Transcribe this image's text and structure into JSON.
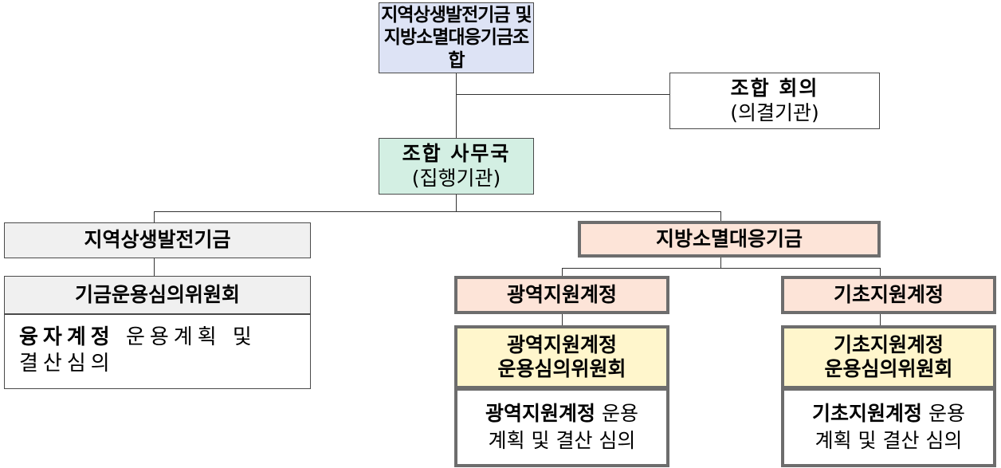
{
  "top": {
    "line1": "지역상생발전기금 및",
    "line2": "지방소멸대응기금조합"
  },
  "council": {
    "title": "조합 회의",
    "sub": "(의결기관)"
  },
  "secretariat": {
    "title": "조합 사무국",
    "sub": "(집행기관)"
  },
  "left": {
    "fund": "지역상생발전기금",
    "committee": "기금운용심의위원회",
    "desc_bold": "융자계정",
    "desc_rest1": " 운용계획 및",
    "desc_rest2": "결산심의"
  },
  "right": {
    "fund": "지방소멸대응기금",
    "a": {
      "account": "광역지원계정",
      "committee1": "광역지원계정",
      "committee2": "운용심의위원회",
      "desc_bold": "광역지원계정",
      "desc_rest1": " 운용",
      "desc_rest2": "계획 및 결산 심의"
    },
    "b": {
      "account": "기초지원계정",
      "committee1": "기초지원계정",
      "committee2": "운용심의위원회",
      "desc_bold": "기초지원계정",
      "desc_rest1": " 운용",
      "desc_rest2": "계획 및 결산 심의"
    }
  },
  "colors": {
    "top_fill": "#dde3f5",
    "secretariat_fill": "#d3efe3",
    "left_fill": "#f0f0f0",
    "right_fill": "#fde4d8",
    "committee_fill": "#fff6cc"
  }
}
